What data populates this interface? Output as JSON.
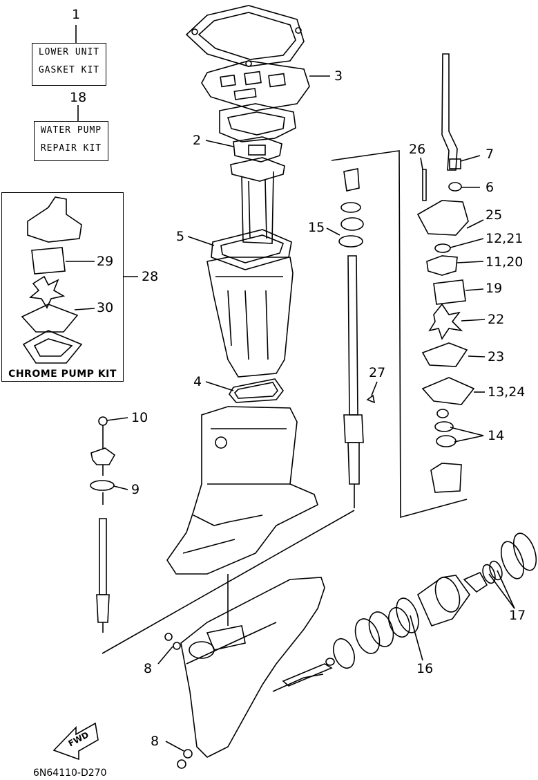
{
  "kits": {
    "lower_unit": {
      "number": "1",
      "line1": "LOWER UNIT",
      "line2": "GASKET KIT"
    },
    "water_pump": {
      "number": "18",
      "line1": "WATER PUMP",
      "line2": "REPAIR KIT"
    },
    "chrome_pump": {
      "number": "28",
      "label": "CHROME PUMP KIT"
    }
  },
  "callouts": {
    "c2": "2",
    "c3": "3",
    "c4": "4",
    "c5": "5",
    "c6": "6",
    "c7": "7",
    "c8a": "8",
    "c8b": "8",
    "c9": "9",
    "c10": "10",
    "c11_20": "11,20",
    "c12_21": "12,21",
    "c13_24": "13,24",
    "c14": "14",
    "c15": "15",
    "c16": "16",
    "c17": "17",
    "c19": "19",
    "c22": "22",
    "c23": "23",
    "c25": "25",
    "c26": "26",
    "c27": "27",
    "c29": "29",
    "c30": "30"
  },
  "fwd_label": "FWD",
  "drawing_code": "6N64110-D270"
}
